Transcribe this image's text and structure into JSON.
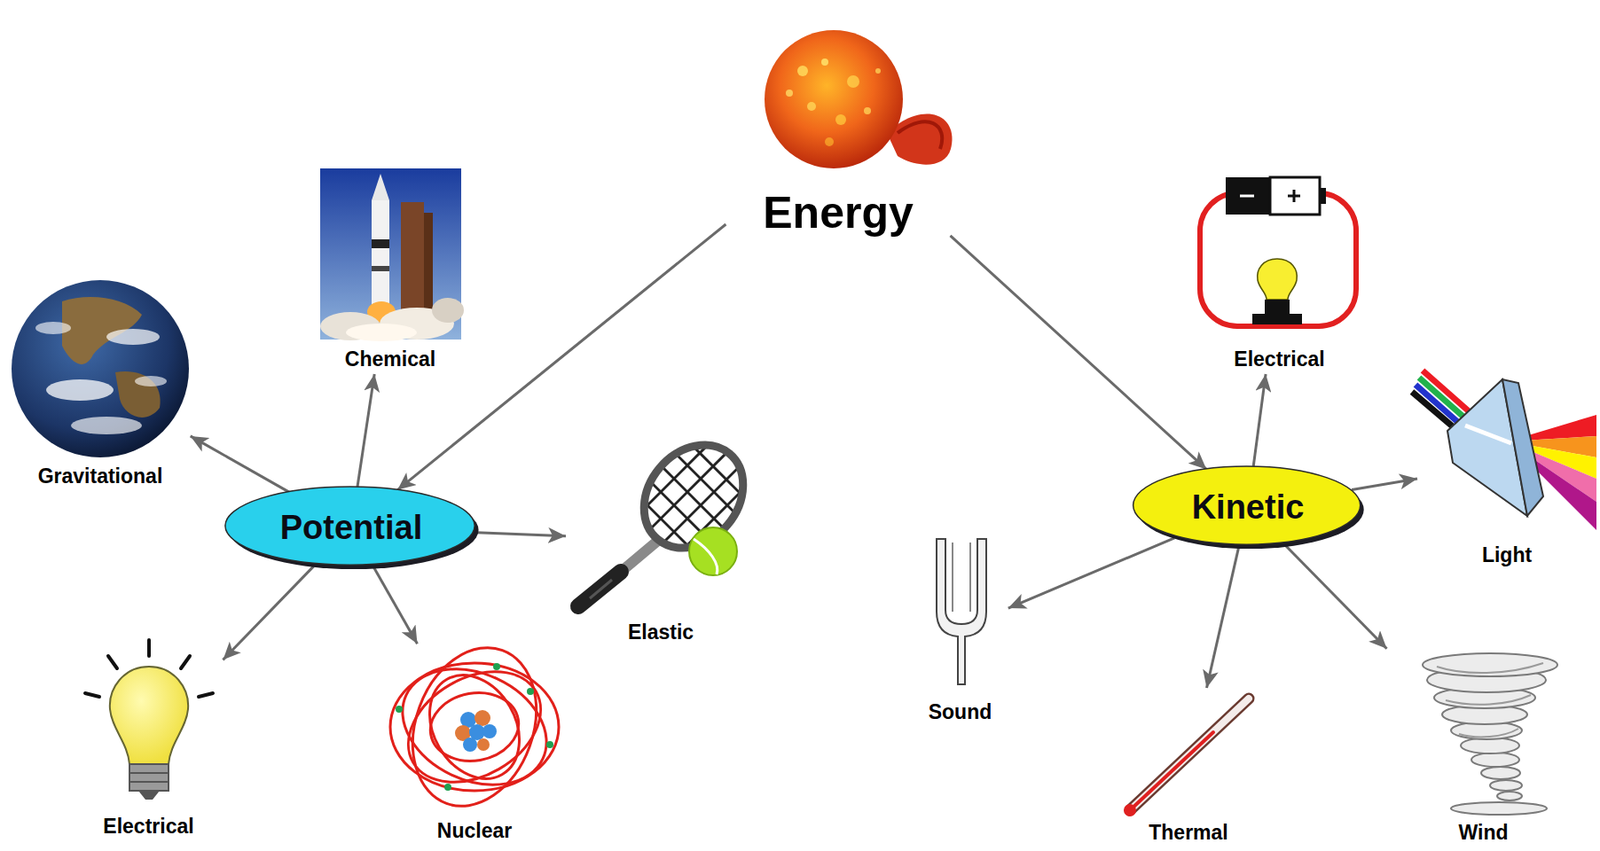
{
  "diagram": {
    "nodes": [
      {
        "text": [
          "Energy"
        ]
      },
      {
        "text": [
          "Potential"
        ]
      },
      {
        "text": [
          "Kinetic"
        ]
      },
      {
        "text": [
          "Gravitational"
        ]
      },
      {
        "text": [
          "Chemical"
        ]
      },
      {
        "text": [
          "Elastic"
        ]
      },
      {
        "text": [
          "Electrical"
        ]
      },
      {
        "text": [
          "Nuclear"
        ]
      },
      {
        "text": [
          "Electrical"
        ]
      },
      {
        "text": [
          "Light"
        ]
      },
      {
        "text": [
          "Sound"
        ]
      },
      {
        "text": [
          "Thermal"
        ]
      },
      {
        "text": [
          "Wind"
        ]
      }
    ],
    "edges": [
      {
        "from": 0,
        "to": 1,
        "arrow": "to"
      },
      {
        "from": 0,
        "to": 2,
        "arrow": "to"
      },
      {
        "from": 1,
        "to": 3,
        "arrow": "to"
      },
      {
        "from": 1,
        "to": 4,
        "arrow": "to"
      },
      {
        "from": 1,
        "to": 5,
        "arrow": "to"
      },
      {
        "from": 1,
        "to": 6,
        "arrow": "to"
      },
      {
        "from": 1,
        "to": 7,
        "arrow": "to"
      },
      {
        "from": 2,
        "to": 8,
        "arrow": "to"
      },
      {
        "from": 2,
        "to": 9,
        "arrow": "to"
      },
      {
        "from": 2,
        "to": 10,
        "arrow": "to"
      },
      {
        "from": 2,
        "to": 11,
        "arrow": "to"
      },
      {
        "from": 2,
        "to": 12,
        "arrow": "to"
      }
    ]
  }
}
